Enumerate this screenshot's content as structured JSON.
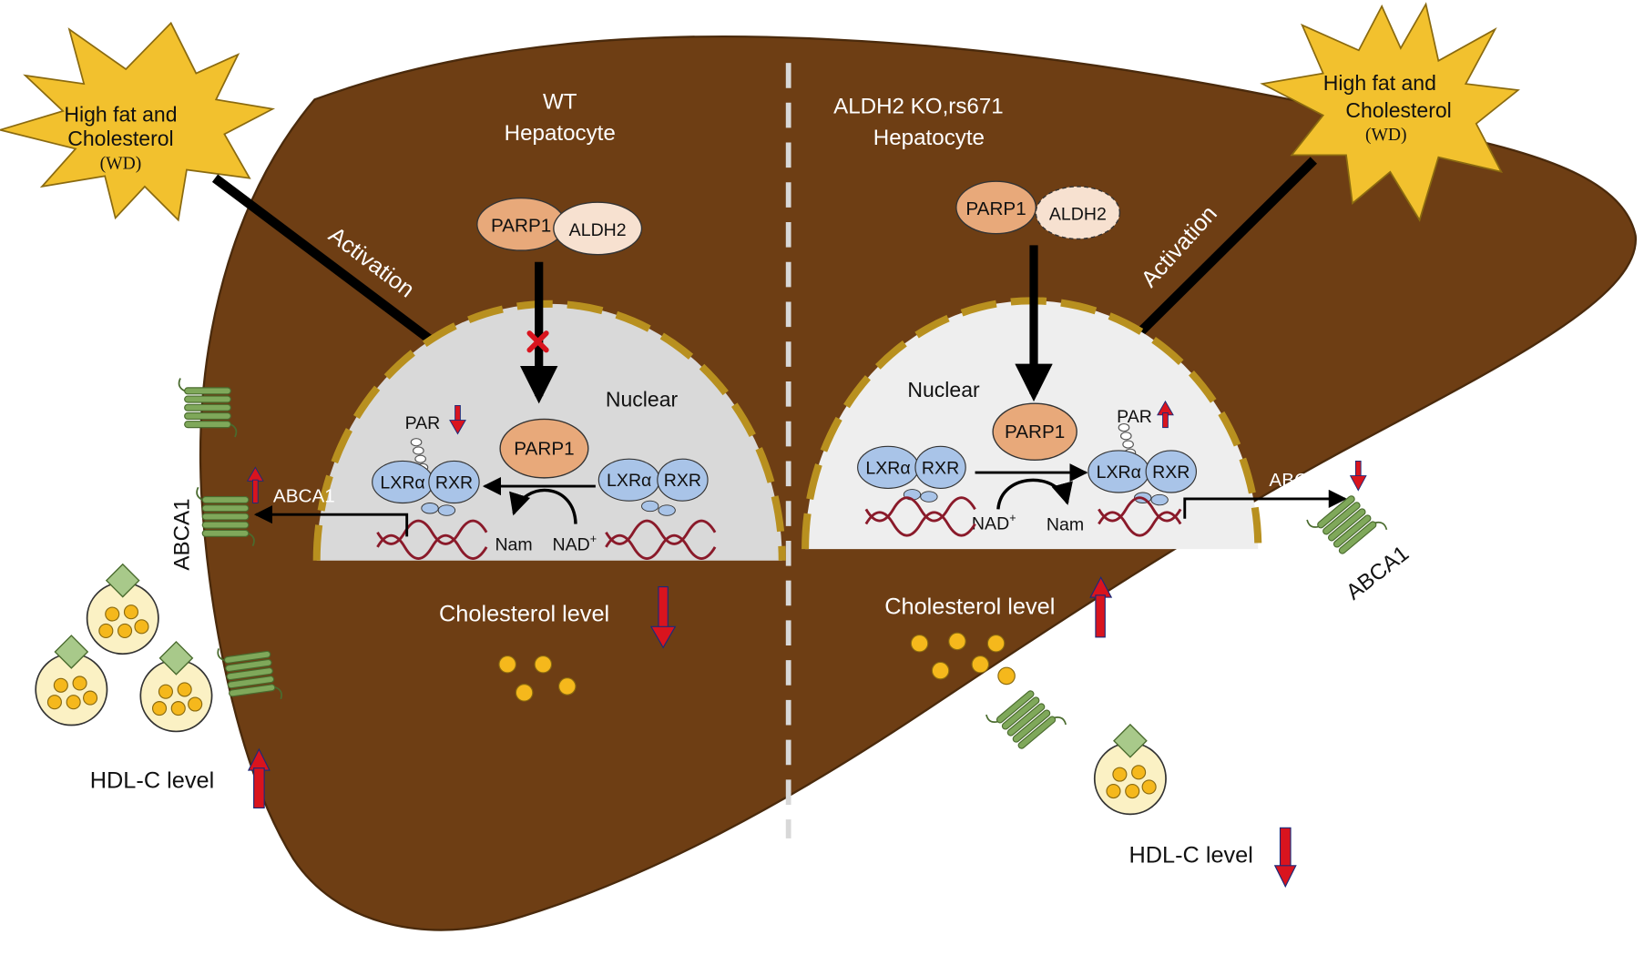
{
  "left_panel": {
    "title_line1": "WT",
    "title_line2": "Hepatocyte",
    "stimulus": {
      "line1": "High fat and",
      "line2": "Cholesterol",
      "line3": "(WD)"
    },
    "activation_label": "Activation",
    "parp1_cyto": "PARP1",
    "aldh2_cyto": "ALDH2",
    "nucleus_label": "Nuclear",
    "par_label": "PAR",
    "parp1_nuc": "PARP1",
    "lxr_a": "LXRα",
    "rxr_a": "RXR",
    "lxr_b": "LXRα",
    "rxr_b": "RXR",
    "nam": "Nam",
    "nad": "NAD",
    "nad_sup": "+",
    "abca1_arrow_label": "ABCA1",
    "abca1_membrane_label": "ABCA1",
    "cholesterol_label": "Cholesterol level",
    "hdl_label": "HDL-C level"
  },
  "right_panel": {
    "title_line1": "ALDH2 KO,rs671",
    "title_line2": "Hepatocyte",
    "stimulus": {
      "line1": "High fat and",
      "line2": "Cholesterol",
      "line3": "(WD)"
    },
    "activation_label": "Activation",
    "parp1_cyto": "PARP1",
    "aldh2_cyto": "ALDH2",
    "nucleus_label": "Nuclear",
    "par_label": "PAR",
    "parp1_nuc": "PARP1",
    "lxr_a": "LXRα",
    "rxr_a": "RXR",
    "lxr_b": "LXRα",
    "rxr_b": "RXR",
    "nam": "Nam",
    "nad": "NAD",
    "nad_sup": "+",
    "abca1_arrow_label": "ABCA1",
    "abca1_membrane_label": "ABCA1",
    "cholesterol_label": "Cholesterol level",
    "hdl_label": "HDL-C level"
  },
  "colors": {
    "liver": "#6e3e14",
    "stimulus_fill": "#f2c12e",
    "parp1": "#e8a97a",
    "aldh2": "#f7e1d0",
    "receptor": "#a9c4e8",
    "nucleus_wt": "#d9d9d9",
    "nucleus_ko": "#eeeeee",
    "envelope": "#b8901f",
    "dna": "#8a1a2a",
    "red_arrow": "#d9141e",
    "membrane_protein": "#7fa85a",
    "cholesterol_dot": "#f5b81c"
  }
}
